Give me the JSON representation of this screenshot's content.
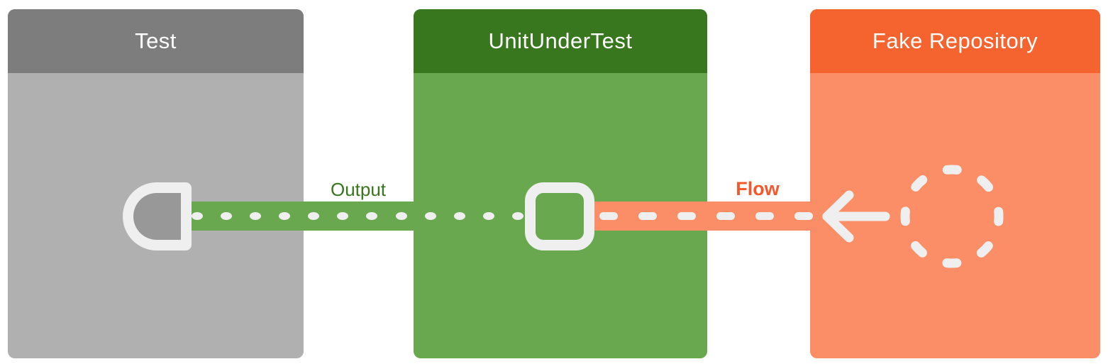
{
  "boxes": [
    {
      "label": "Test",
      "header_color": "#7d7d7d",
      "body_color": "#b0b0b0"
    },
    {
      "label": "UnitUnderTest",
      "header_color": "#38771e",
      "body_color": "#69a84f"
    },
    {
      "label": "Fake Repository",
      "header_color": "#f5632f",
      "body_color": "#fb8e67"
    }
  ],
  "connections": [
    {
      "label": "Output",
      "style": "dotted",
      "band_color": "#69a84f",
      "label_color": "#38771e",
      "mark_color": "#efefef"
    },
    {
      "label": "Flow",
      "style": "dashed",
      "band_color": "#fb8e67",
      "label_color": "#f4592b",
      "mark_color": "#efefef",
      "arrow_direction": "left"
    }
  ],
  "icons": [
    {
      "name": "observer-port-icon",
      "shape": "half-rounded D",
      "fill": "#989898",
      "stroke": "#efefef"
    },
    {
      "name": "collector-square-icon",
      "shape": "rounded square outline",
      "stroke": "#efefef"
    },
    {
      "name": "arrow-left-icon",
      "stroke": "#efefef"
    },
    {
      "name": "dashed-circle-icon",
      "dashes": 8,
      "stroke": "#efefef"
    }
  ]
}
